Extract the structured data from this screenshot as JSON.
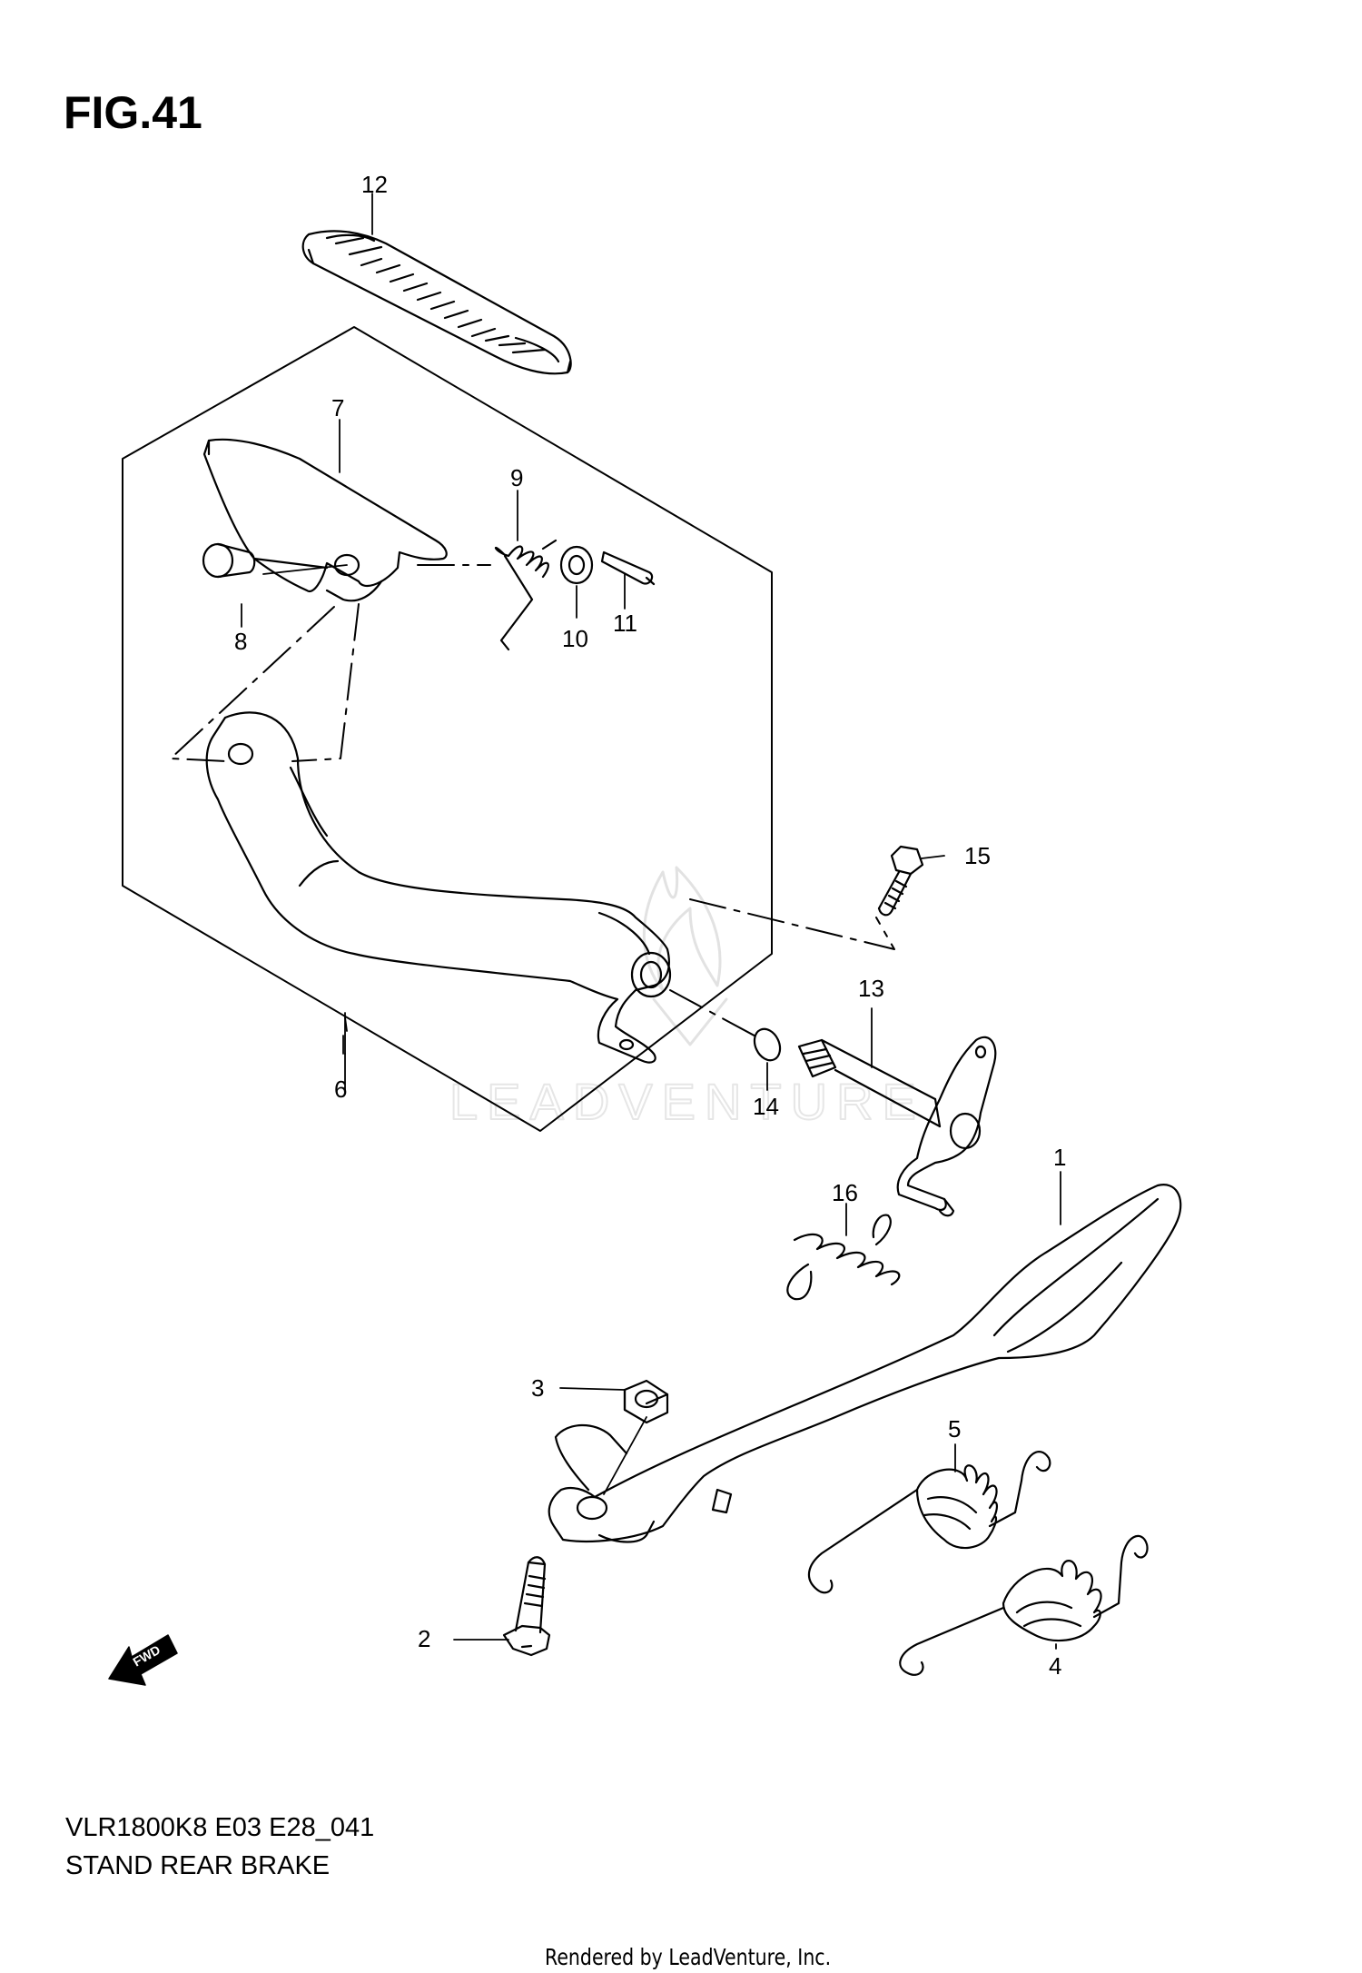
{
  "figure": {
    "title": "FIG.41",
    "model_code": "VLR1800K8 E03 E28_041",
    "section_name": "STAND REAR BRAKE",
    "credit": "Rendered by LeadVenture, Inc.",
    "watermark": "LEADVENTURE",
    "direction_badge": "FWD"
  },
  "callouts": [
    {
      "id": "1",
      "part": "side-stand"
    },
    {
      "id": "2",
      "part": "stand-pivot-bolt"
    },
    {
      "id": "3",
      "part": "stand-nut"
    },
    {
      "id": "4",
      "part": "stand-spring-outer"
    },
    {
      "id": "5",
      "part": "stand-spring-inner"
    },
    {
      "id": "6",
      "part": "rear-brake-pedal"
    },
    {
      "id": "7",
      "part": "footrest-mount"
    },
    {
      "id": "8",
      "part": "pin"
    },
    {
      "id": "9",
      "part": "return-spring"
    },
    {
      "id": "10",
      "part": "washer"
    },
    {
      "id": "11",
      "part": "cotter-pin"
    },
    {
      "id": "12",
      "part": "pedal-rubber-pad"
    },
    {
      "id": "13",
      "part": "brake-shaft-arm"
    },
    {
      "id": "14",
      "part": "o-ring"
    },
    {
      "id": "15",
      "part": "clamp-bolt"
    },
    {
      "id": "16",
      "part": "pedal-return-spring"
    }
  ],
  "colors": {
    "ink": "#000000",
    "paper": "#ffffff",
    "watermark": "#e6e6e6"
  }
}
